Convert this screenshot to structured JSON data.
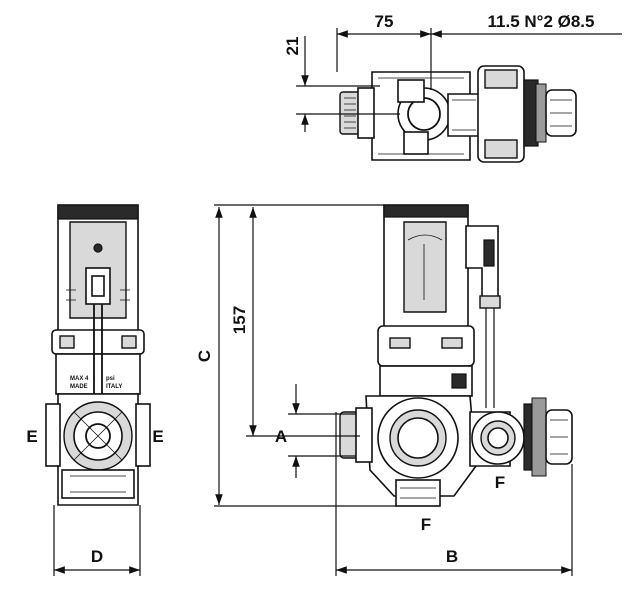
{
  "dimensions": {
    "top_width": "75",
    "top_spec": "11.5 N°2 Ø8.5",
    "top_height": "21",
    "height_157": "157",
    "height_c": "C",
    "height_a": "A",
    "width_d": "D",
    "width_b": "B"
  },
  "port_labels": {
    "e_left": "E",
    "e_right": "E",
    "f_right": "F",
    "f_bottom": "F"
  },
  "plate_text": {
    "line1_left": "MAX 4",
    "line1_right": "psi",
    "line2_left": "MADE",
    "line2_right": "ITALY"
  }
}
